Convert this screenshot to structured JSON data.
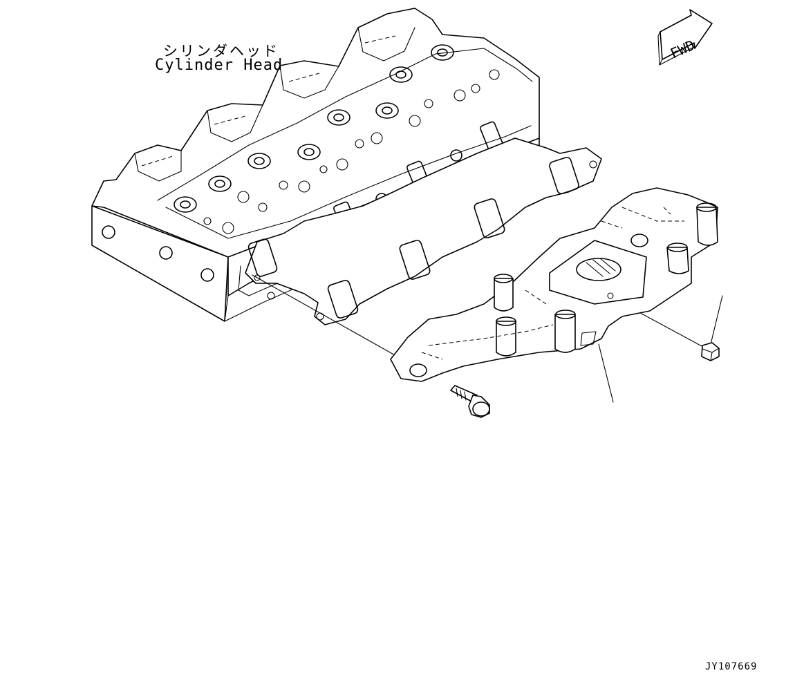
{
  "labels": {
    "cylinder_head_jp": "シリンダヘッド",
    "cylinder_head_en": "Cylinder Head",
    "forward_arrow": "FWD",
    "drawing_id": "JY107669"
  },
  "icons": {
    "forward": "fwd-arrow-icon"
  },
  "colors": {
    "line": "#000000",
    "background": "#ffffff"
  }
}
